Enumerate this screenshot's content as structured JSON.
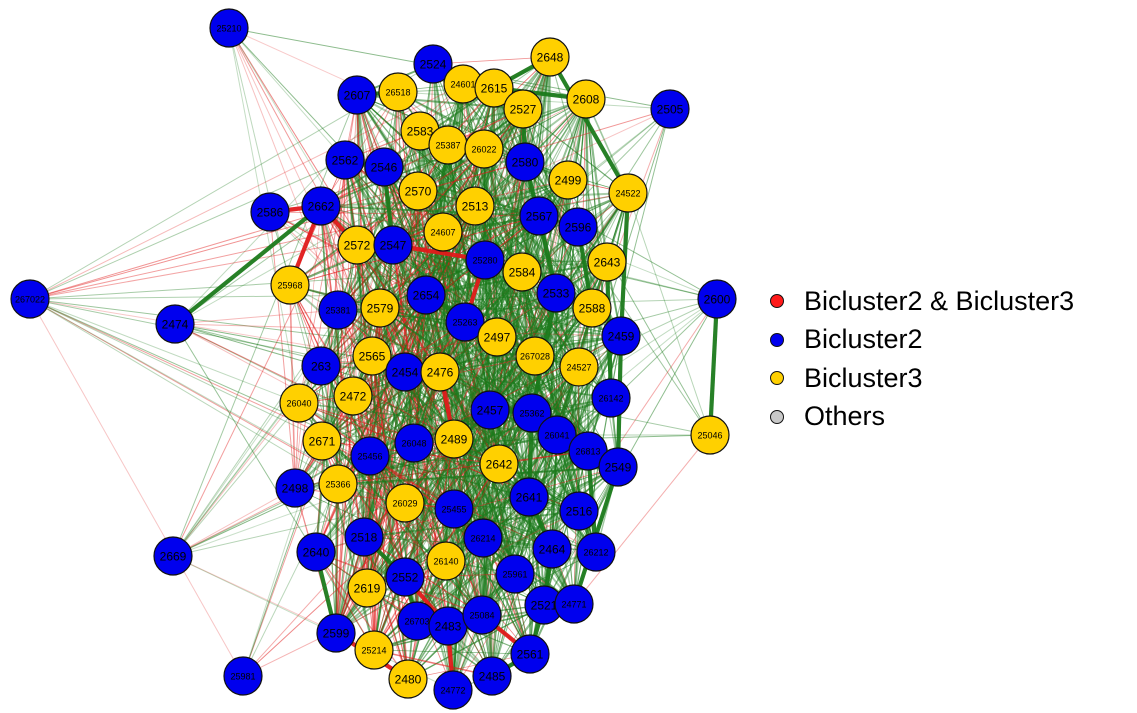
{
  "colors": {
    "both": "#ff1a1a",
    "bicluster2": "#0000ee",
    "bicluster3": "#ffd000",
    "others": "#c8c8c8",
    "edge_positive": "#1b7a1b",
    "edge_negative": "#e01a1a"
  },
  "legend": [
    {
      "label": "Bicluster2 & Bicluster3",
      "group": "both"
    },
    {
      "label": "Bicluster2",
      "group": "bicluster2"
    },
    {
      "label": "Bicluster3",
      "group": "bicluster3"
    },
    {
      "label": "Others",
      "group": "others"
    }
  ],
  "nodes": [
    {
      "id": "25210",
      "group": "bicluster2"
    },
    {
      "id": "2524",
      "group": "bicluster2"
    },
    {
      "id": "2648",
      "group": "bicluster3"
    },
    {
      "id": "2607",
      "group": "bicluster2"
    },
    {
      "id": "26518",
      "group": "bicluster3"
    },
    {
      "id": "24601",
      "group": "bicluster3"
    },
    {
      "id": "2615",
      "group": "bicluster3"
    },
    {
      "id": "2527",
      "group": "bicluster3"
    },
    {
      "id": "2608",
      "group": "bicluster3"
    },
    {
      "id": "2505",
      "group": "bicluster2"
    },
    {
      "id": "2583",
      "group": "bicluster3"
    },
    {
      "id": "25387",
      "group": "bicluster3"
    },
    {
      "id": "26022",
      "group": "bicluster3"
    },
    {
      "id": "2562",
      "group": "bicluster2"
    },
    {
      "id": "2546",
      "group": "bicluster2"
    },
    {
      "id": "2580",
      "group": "bicluster2"
    },
    {
      "id": "2499",
      "group": "bicluster3"
    },
    {
      "id": "24522",
      "group": "bicluster3"
    },
    {
      "id": "2570",
      "group": "bicluster3"
    },
    {
      "id": "2586",
      "group": "bicluster2"
    },
    {
      "id": "2662",
      "group": "bicluster2"
    },
    {
      "id": "2513",
      "group": "bicluster3"
    },
    {
      "id": "2567",
      "group": "bicluster2"
    },
    {
      "id": "2596",
      "group": "bicluster2"
    },
    {
      "id": "24607",
      "group": "bicluster3"
    },
    {
      "id": "2572",
      "group": "bicluster3"
    },
    {
      "id": "2547",
      "group": "bicluster2"
    },
    {
      "id": "25280",
      "group": "bicluster2"
    },
    {
      "id": "2643",
      "group": "bicluster3"
    },
    {
      "id": "2584",
      "group": "bicluster3"
    },
    {
      "id": "267022",
      "group": "bicluster2"
    },
    {
      "id": "25968",
      "group": "bicluster3"
    },
    {
      "id": "2654",
      "group": "bicluster2"
    },
    {
      "id": "2533",
      "group": "bicluster2"
    },
    {
      "id": "2600",
      "group": "bicluster2"
    },
    {
      "id": "2474",
      "group": "bicluster2"
    },
    {
      "id": "25381",
      "group": "bicluster2"
    },
    {
      "id": "2579",
      "group": "bicluster3"
    },
    {
      "id": "25263",
      "group": "bicluster2"
    },
    {
      "id": "2588",
      "group": "bicluster3"
    },
    {
      "id": "2497",
      "group": "bicluster3"
    },
    {
      "id": "2459",
      "group": "bicluster2"
    },
    {
      "id": "2565",
      "group": "bicluster3"
    },
    {
      "id": "267028",
      "group": "bicluster3"
    },
    {
      "id": "263",
      "group": "bicluster2"
    },
    {
      "id": "2454",
      "group": "bicluster2"
    },
    {
      "id": "2476",
      "group": "bicluster3"
    },
    {
      "id": "24527",
      "group": "bicluster3"
    },
    {
      "id": "2472",
      "group": "bicluster3"
    },
    {
      "id": "26040",
      "group": "bicluster3"
    },
    {
      "id": "26142",
      "group": "bicluster2"
    },
    {
      "id": "2457",
      "group": "bicluster2"
    },
    {
      "id": "25362",
      "group": "bicluster2"
    },
    {
      "id": "25046",
      "group": "bicluster3"
    },
    {
      "id": "26041",
      "group": "bicluster2"
    },
    {
      "id": "2671",
      "group": "bicluster3"
    },
    {
      "id": "26048",
      "group": "bicluster2"
    },
    {
      "id": "2489",
      "group": "bicluster3"
    },
    {
      "id": "26813",
      "group": "bicluster2"
    },
    {
      "id": "25456",
      "group": "bicluster2"
    },
    {
      "id": "2642",
      "group": "bicluster3"
    },
    {
      "id": "2549",
      "group": "bicluster2"
    },
    {
      "id": "2498",
      "group": "bicluster2"
    },
    {
      "id": "25366",
      "group": "bicluster3"
    },
    {
      "id": "2641",
      "group": "bicluster2"
    },
    {
      "id": "26029",
      "group": "bicluster3"
    },
    {
      "id": "25455",
      "group": "bicluster2"
    },
    {
      "id": "2516",
      "group": "bicluster2"
    },
    {
      "id": "2518",
      "group": "bicluster2"
    },
    {
      "id": "26214",
      "group": "bicluster2"
    },
    {
      "id": "2464",
      "group": "bicluster2"
    },
    {
      "id": "26212",
      "group": "bicluster2"
    },
    {
      "id": "2640",
      "group": "bicluster2"
    },
    {
      "id": "2669",
      "group": "bicluster2"
    },
    {
      "id": "26140",
      "group": "bicluster3"
    },
    {
      "id": "2552",
      "group": "bicluster2"
    },
    {
      "id": "25961",
      "group": "bicluster2"
    },
    {
      "id": "2619",
      "group": "bicluster3"
    },
    {
      "id": "2521",
      "group": "bicluster2"
    },
    {
      "id": "24771",
      "group": "bicluster2"
    },
    {
      "id": "26703",
      "group": "bicluster2"
    },
    {
      "id": "2483",
      "group": "bicluster2"
    },
    {
      "id": "25084",
      "group": "bicluster2"
    },
    {
      "id": "2599",
      "group": "bicluster2"
    },
    {
      "id": "25214",
      "group": "bicluster3"
    },
    {
      "id": "2561",
      "group": "bicluster2"
    },
    {
      "id": "25981",
      "group": "bicluster2"
    },
    {
      "id": "2480",
      "group": "bicluster3"
    },
    {
      "id": "2485",
      "group": "bicluster2"
    },
    {
      "id": "24772",
      "group": "bicluster2"
    }
  ],
  "highlight_edges": [
    {
      "from": "2600",
      "to": "25046",
      "sign": "positive"
    },
    {
      "from": "2474",
      "to": "2662",
      "sign": "positive"
    },
    {
      "from": "2547",
      "to": "25280",
      "sign": "negative"
    },
    {
      "from": "2662",
      "to": "2572",
      "sign": "negative"
    },
    {
      "from": "2662",
      "to": "25968",
      "sign": "negative"
    },
    {
      "from": "2586",
      "to": "2662",
      "sign": "negative"
    },
    {
      "from": "25280",
      "to": "25263",
      "sign": "negative"
    },
    {
      "from": "2476",
      "to": "2489",
      "sign": "negative"
    },
    {
      "from": "2552",
      "to": "2483",
      "sign": "negative"
    },
    {
      "from": "25084",
      "to": "2561",
      "sign": "negative"
    },
    {
      "from": "2599",
      "to": "2480",
      "sign": "negative"
    },
    {
      "from": "2483",
      "to": "24772",
      "sign": "negative"
    },
    {
      "from": "2648",
      "to": "24522",
      "sign": "positive"
    },
    {
      "from": "24522",
      "to": "2459",
      "sign": "positive"
    },
    {
      "from": "2459",
      "to": "2549",
      "sign": "positive"
    },
    {
      "from": "2549",
      "to": "24771",
      "sign": "positive"
    },
    {
      "from": "2648",
      "to": "2615",
      "sign": "positive"
    },
    {
      "from": "2615",
      "to": "2608",
      "sign": "positive"
    },
    {
      "from": "2527",
      "to": "2580",
      "sign": "positive"
    },
    {
      "from": "2580",
      "to": "2567",
      "sign": "positive"
    },
    {
      "from": "2567",
      "to": "2533",
      "sign": "positive"
    },
    {
      "from": "2533",
      "to": "25362",
      "sign": "positive"
    },
    {
      "from": "25362",
      "to": "2641",
      "sign": "positive"
    },
    {
      "from": "2641",
      "to": "2464",
      "sign": "positive"
    },
    {
      "from": "2464",
      "to": "2521",
      "sign": "positive"
    },
    {
      "from": "2521",
      "to": "2561",
      "sign": "positive"
    },
    {
      "from": "2596",
      "to": "2588",
      "sign": "positive"
    },
    {
      "from": "2457",
      "to": "25362",
      "sign": "positive"
    },
    {
      "from": "2518",
      "to": "2552",
      "sign": "positive"
    },
    {
      "from": "2552",
      "to": "26703",
      "sign": "positive"
    },
    {
      "from": "26703",
      "to": "2483",
      "sign": "positive"
    },
    {
      "from": "2485",
      "to": "2561",
      "sign": "positive"
    },
    {
      "from": "2640",
      "to": "2599",
      "sign": "positive"
    },
    {
      "from": "2562",
      "to": "2546",
      "sign": "positive"
    },
    {
      "from": "2546",
      "to": "2547",
      "sign": "positive"
    },
    {
      "from": "2654",
      "to": "2497",
      "sign": "positive"
    },
    {
      "from": "2607",
      "to": "26518",
      "sign": "positive"
    },
    {
      "from": "24601",
      "to": "2527",
      "sign": "positive"
    },
    {
      "from": "2643",
      "to": "26142",
      "sign": "positive"
    },
    {
      "from": "26813",
      "to": "26212",
      "sign": "positive"
    }
  ]
}
